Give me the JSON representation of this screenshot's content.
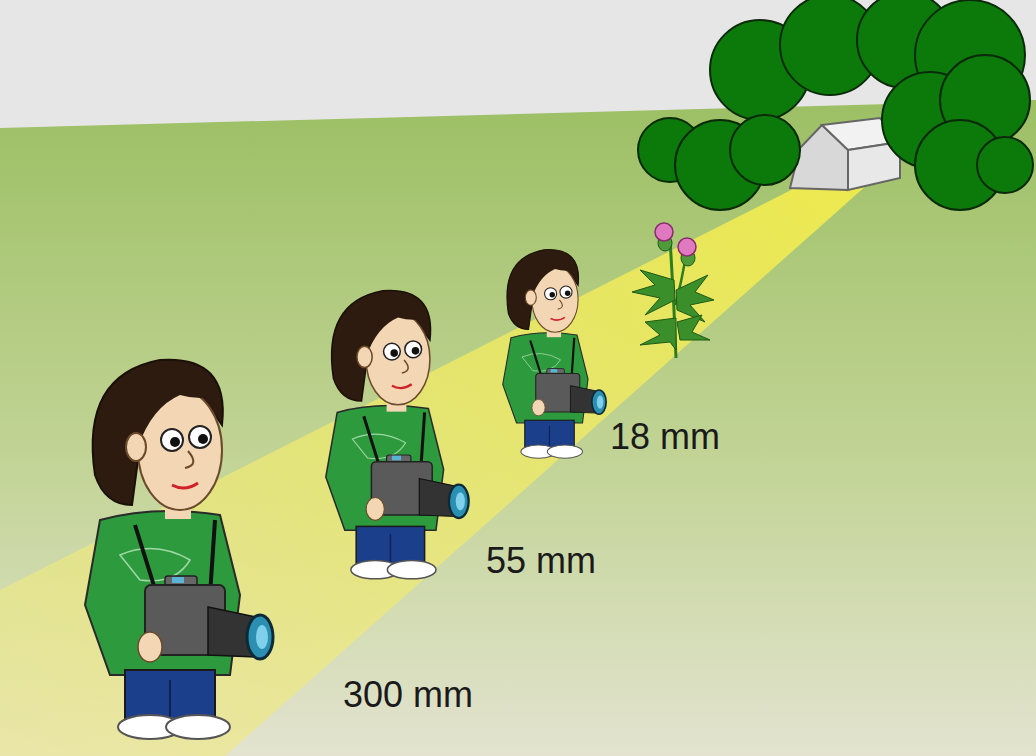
{
  "diagram": {
    "labels": [
      "18 mm",
      "55 mm",
      "300 mm"
    ]
  }
}
